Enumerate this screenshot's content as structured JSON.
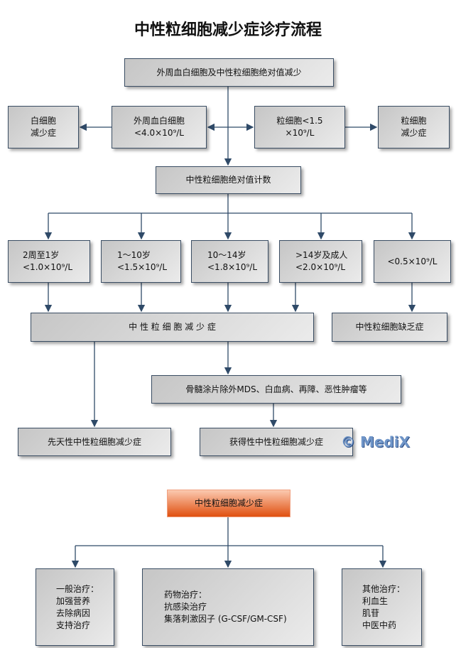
{
  "title": "中性粒细胞减少症诊疗流程",
  "boxes": {
    "top": "外周血白细胞及中性粒细胞绝对值减少",
    "wbc_low": "白细胞\n减少症",
    "wbc_count": "外周血白细胞\n<4.0×10⁹/L",
    "gran_count": "粒细胞<1.5\n×10⁹/L",
    "gran_low": "粒细胞\n减少症",
    "anc": "中性粒细胞绝对值计数",
    "age1": "2周至1岁\n<1.0×10⁹/L",
    "age2": "1～10岁\n<1.5×10⁹/L",
    "age3": "10～14岁\n<1.8×10⁹/L",
    "age4": ">14岁及成人\n<2.0×10⁹/L",
    "severe": "<0.5×10⁹/L",
    "neutropenia": "中 性 粒 细 胞 减 少 症",
    "agranulocytosis": "中性粒细胞缺乏症",
    "marrow": "骨髓涂片除外MDS、白血病、再障、恶性肿瘤等",
    "congenital": "先天性中性粒细胞减少症",
    "acquired": "获得性中性粒细胞减少症",
    "treat_root": "中性粒细胞减少症",
    "general": "一般治疗：\n加强营养\n去除病因\n支持治疗",
    "drug": "药物治疗：\n抗感染治疗\n集落刺激因子 (G-CSF/GM-CSF)",
    "other": "其他治疗：\n利血生\n肌苷\n中医中药"
  },
  "watermark": "© MediX",
  "colors": {
    "line": "#2f4a68",
    "accent": "#e05010"
  }
}
